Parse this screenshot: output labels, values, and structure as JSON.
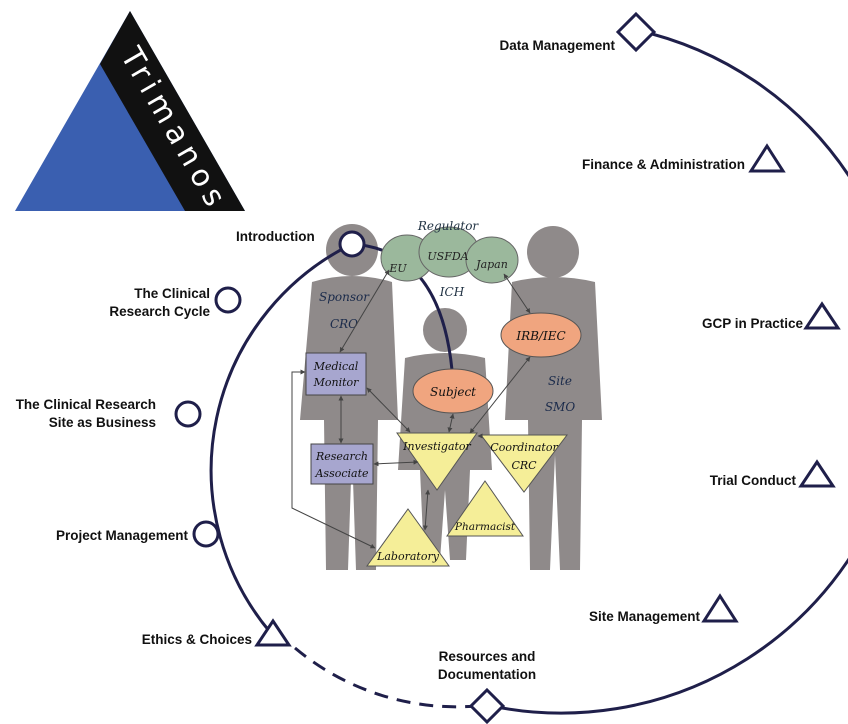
{
  "logo": {
    "text": "Trimanos"
  },
  "nav_items": [
    {
      "id": "introduction",
      "label": "Introduction",
      "marker": "circle"
    },
    {
      "id": "clinical-research-cycle",
      "label": "The Clinical Research Cycle",
      "line1": "The Clinical",
      "line2": "Research Cycle",
      "marker": "circle"
    },
    {
      "id": "site-as-business",
      "label": "The Clinical Research Site as Business",
      "line1": "The Clinical Research",
      "line2": "Site as Business",
      "marker": "circle"
    },
    {
      "id": "project-management",
      "label": "Project Management",
      "marker": "circle"
    },
    {
      "id": "ethics-choices",
      "label": "Ethics & Choices",
      "marker": "triangle"
    },
    {
      "id": "resources-documentation",
      "label": "Resources and Documentation",
      "line1": "Resources and",
      "line2": "Documentation",
      "marker": "diamond"
    },
    {
      "id": "site-management",
      "label": "Site Management",
      "marker": "triangle"
    },
    {
      "id": "trial-conduct",
      "label": "Trial Conduct",
      "marker": "triangle"
    },
    {
      "id": "gcp-in-practice",
      "label": "GCP in Practice",
      "marker": "triangle"
    },
    {
      "id": "finance-administration",
      "label": "Finance & Administration",
      "marker": "triangle"
    },
    {
      "id": "data-management",
      "label": "Data Management",
      "marker": "diamond"
    }
  ],
  "diagram": {
    "regulator": "Regulator",
    "eu": "EU",
    "usfda": "USFDA",
    "japan": "Japan",
    "ich": "ICH",
    "sponsor": "Sponsor",
    "cro": "CRO",
    "medical_monitor_1": "Medical",
    "medical_monitor_2": "Monitor",
    "research_associate_1": "Research",
    "research_associate_2": "Associate",
    "subject": "Subject",
    "irb_iec": "IRB/IEC",
    "site": "Site",
    "smo": "SMO",
    "investigator": "Investigator",
    "coordinator": "Coordinator",
    "crc": "CRC",
    "pharmacist": "Pharmacist",
    "laboratory": "Laboratory"
  },
  "colors": {
    "ring": "#1f1f4a",
    "logo_blue": "#3a5fb0",
    "logo_black": "#111111",
    "silhouette": "#8f8a8a",
    "regulator_fill": "#9bb89c",
    "subject_fill": "#f0a57f",
    "box_fill": "#a7a6cf",
    "triangle_fill": "#f5ee98"
  }
}
